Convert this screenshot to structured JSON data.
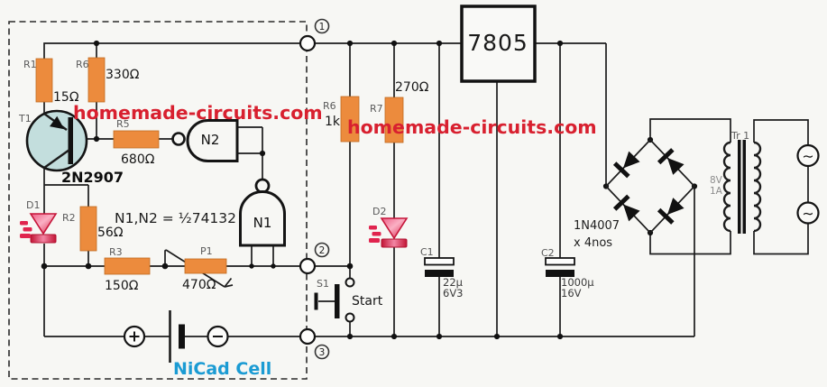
{
  "watermark": {
    "text": "homemade-circuits.com"
  },
  "colors": {
    "resistor_orange": "#ec8b3d",
    "watermark_red": "#d8202f",
    "nicad_blue": "#1b9bd3",
    "transistor_fill": "#c3dedd",
    "led_red": "#e0244e",
    "led_dark": "#c21638"
  },
  "resistors": {
    "r1": {
      "ref": "R1",
      "value": "15Ω"
    },
    "r6_330": {
      "ref": "R6",
      "value": "330Ω"
    },
    "r5": {
      "ref": "R5",
      "value": "680Ω"
    },
    "r2": {
      "ref": "R2",
      "value": "56Ω"
    },
    "r3": {
      "ref": "R3",
      "value": "150Ω"
    },
    "r6_1k": {
      "ref": "R6",
      "value": "1k"
    },
    "r7": {
      "ref": "R7",
      "value": "270Ω"
    }
  },
  "pot": {
    "ref": "P1",
    "value": "470Ω"
  },
  "capacitors": {
    "c1": {
      "ref": "C1",
      "value": "22µ",
      "rating": "6V3"
    },
    "c2": {
      "ref": "C2",
      "value": "1000µ",
      "rating": "16V"
    }
  },
  "leds": {
    "d1": "D1",
    "d2": "D2"
  },
  "transistor": {
    "ref": "T1",
    "part": "2N2907"
  },
  "gates": {
    "n1": "N1",
    "n2": "N2",
    "note": "N1,N2 = ½74132"
  },
  "regulator": {
    "label": "7805"
  },
  "switch": {
    "ref": "S1",
    "label": "Start"
  },
  "battery": {
    "label": "NiCad Cell",
    "plus": "+",
    "minus": "−"
  },
  "bridge": {
    "part": "1N4007",
    "qty": "x 4nos"
  },
  "transformer": {
    "ref": "Tr 1",
    "voltage": "8V",
    "current": "1A",
    "ac": "∼"
  },
  "terminals": {
    "t1": "1",
    "t2": "2",
    "t3": "3"
  }
}
